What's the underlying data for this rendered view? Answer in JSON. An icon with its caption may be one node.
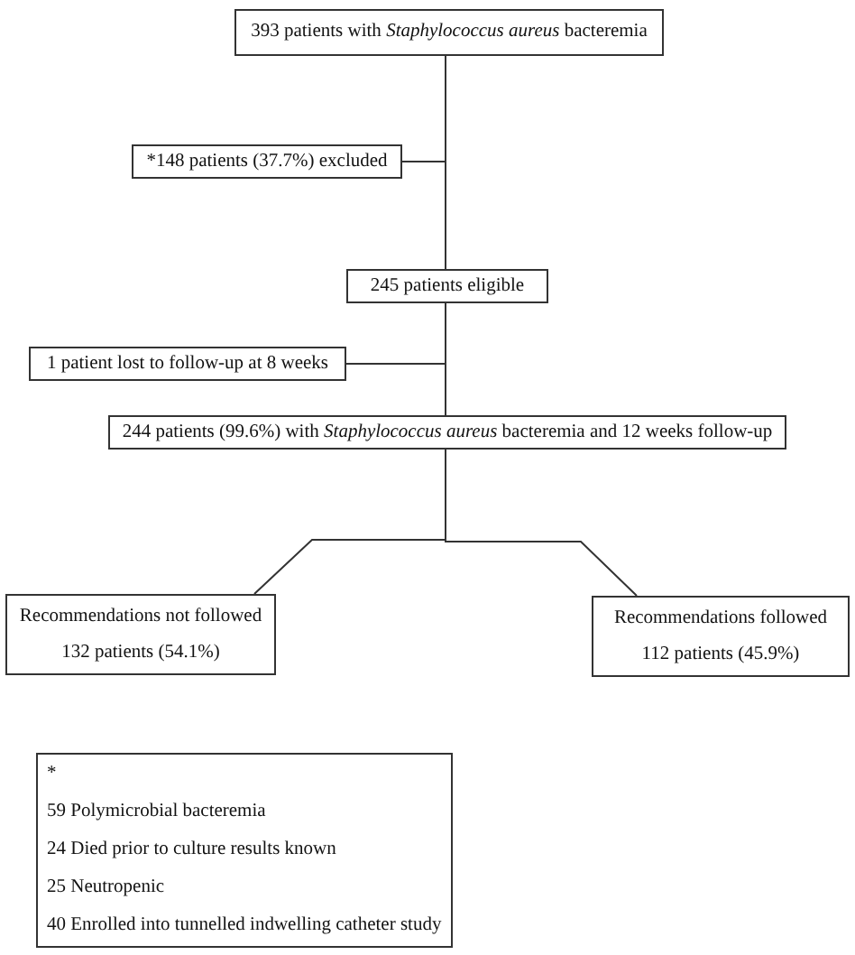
{
  "diagram": {
    "nodes": [
      {
        "text": [
          "393 patients with *Staphylococcus aureus* bacteremia"
        ]
      },
      {
        "text": [
          "*148 patients (37.7%) excluded"
        ]
      },
      {
        "text": [
          "245 patients eligible"
        ]
      },
      {
        "text": [
          "1 patient lost to follow-up at 8 weeks"
        ]
      },
      {
        "text": [
          "244 patients (99.6%) with *Staphylococcus aureus* bacteremia and 12 weeks follow-up"
        ]
      },
      {
        "text": [
          "Recommendations not followed",
          "132 patients (54.1%)"
        ]
      },
      {
        "text": [
          "Recommendations followed",
          "112 patients (45.9%)"
        ]
      },
      {
        "text": [
          "*",
          "59 Polymicrobial bacteremia",
          "24 Died prior to culture results known",
          "25 Neutropenic",
          "40 Enrolled into tunnelled indwelling catheter study"
        ]
      }
    ],
    "edges": [
      {
        "from": 0,
        "to": 1,
        "arrow": "none"
      },
      {
        "from": 0,
        "to": 2,
        "arrow": "none"
      },
      {
        "from": 2,
        "to": 3,
        "arrow": "none"
      },
      {
        "from": 2,
        "to": 4,
        "arrow": "none"
      },
      {
        "from": 4,
        "to": 5,
        "arrow": "none"
      },
      {
        "from": 4,
        "to": 6,
        "arrow": "none"
      }
    ]
  }
}
